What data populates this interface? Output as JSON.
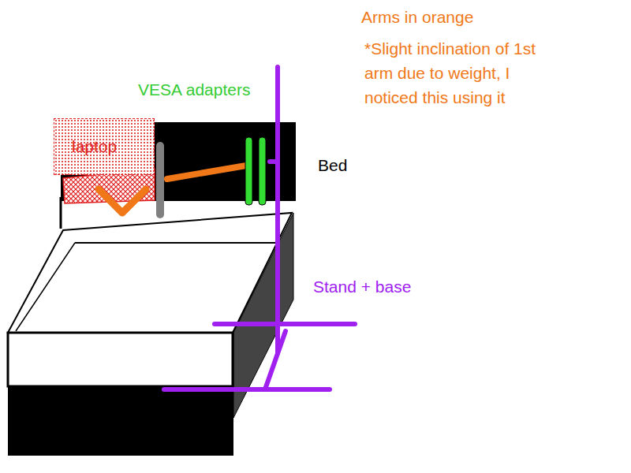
{
  "diagram": {
    "nodes": [
      {
        "text": [
          "laptop"
        ]
      }
    ],
    "labels": [
      "Arms in orange",
      "*Slight inclination of 1st arm due to weight, I noticed this using it",
      "VESA adapters",
      "Bed",
      "Stand + base"
    ]
  }
}
